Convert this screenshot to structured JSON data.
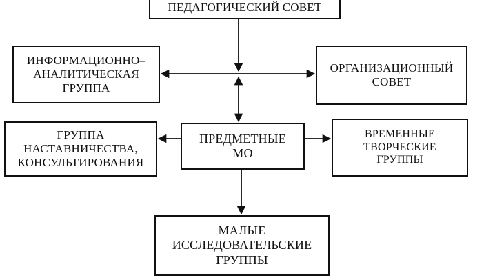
{
  "nodes": {
    "pedsovet": {
      "label": "ПЕДАГОГИЧЕСКИЙ СОВЕТ"
    },
    "info": {
      "label": "ИНФОРМАЦИОННО–\nАНАЛИТИЧЕСКАЯ\nГРУППА"
    },
    "org": {
      "label": "ОРГАНИЗАЦИОННЫЙ\nСОВЕТ"
    },
    "predmet": {
      "label": "ПРЕДМЕТНЫЕ\nМО"
    },
    "nastav": {
      "label": "ГРУППА\nНАСТАВНИЧЕСТВА,\nКОНСУЛЬТИРОВАНИЯ"
    },
    "vremen": {
      "label": "ВРЕМЕННЫЕ\nТВОРЧЕСКИЕ\nГРУППЫ"
    },
    "malye": {
      "label": "МАЛЫЕ\nИССЛЕДОВАТЕЛЬСКИЕ\nГРУППЫ"
    }
  },
  "edges": [
    {
      "from": "pedsovet",
      "to": "junction",
      "arrow": "end"
    },
    {
      "from": "junction",
      "to": "info",
      "arrow": "end"
    },
    {
      "from": "junction",
      "to": "org",
      "arrow": "end"
    },
    {
      "from": "junction",
      "to": "predmet",
      "arrow": "both"
    },
    {
      "from": "predmet",
      "to": "nastav",
      "arrow": "end"
    },
    {
      "from": "predmet",
      "to": "vremen",
      "arrow": "end"
    },
    {
      "from": "predmet",
      "to": "malye",
      "arrow": "end"
    }
  ]
}
